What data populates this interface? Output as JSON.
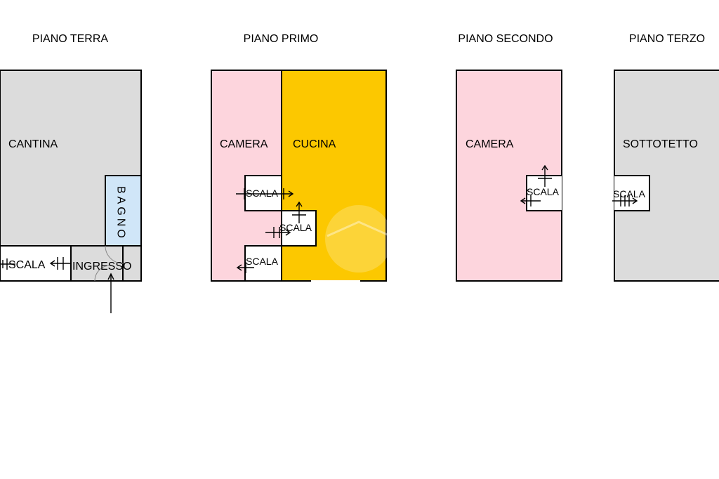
{
  "colors": {
    "grey": "#dcdcdc",
    "pink": "#fdd5dd",
    "yellow": "#fcc800",
    "blue": "#d0e6f8",
    "white": "#ffffff"
  },
  "floors": [
    {
      "title": "PIANO TERRA",
      "rooms": [
        {
          "label": "CANTINA",
          "color": "grey"
        },
        {
          "label": "BAGNO",
          "color": "blue"
        },
        {
          "label": "SCALA",
          "color": "white"
        },
        {
          "label": "INGRESSO",
          "color": "grey"
        }
      ]
    },
    {
      "title": "PIANO PRIMO",
      "rooms": [
        {
          "label": "CAMERA",
          "color": "pink"
        },
        {
          "label": "CUCINA",
          "color": "yellow"
        },
        {
          "label": "SCALA",
          "color": "white"
        },
        {
          "label": "SCALA",
          "color": "white"
        },
        {
          "label": "SCALA",
          "color": "white"
        }
      ]
    },
    {
      "title": "PIANO SECONDO",
      "rooms": [
        {
          "label": "CAMERA",
          "color": "pink"
        },
        {
          "label": "SCALA",
          "color": "white"
        }
      ]
    },
    {
      "title": "PIANO TERZO",
      "rooms": [
        {
          "label": "SOTTOTETTO",
          "color": "grey"
        },
        {
          "label": "SCALA",
          "color": "white"
        }
      ]
    }
  ]
}
